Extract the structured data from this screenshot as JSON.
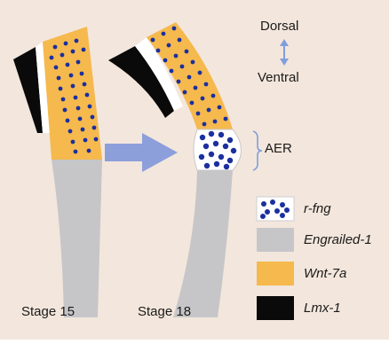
{
  "colors": {
    "background": "#f3e6dc",
    "wnt7a": "#f5b94e",
    "engrailed1": "#c6c6c8",
    "lmx1": "#0a0a0a",
    "rfng_dots": "#1b2f9e",
    "arrow": "#8d9fdb",
    "axis_arrow": "#7f9fdc"
  },
  "axis": {
    "top": "Dorsal",
    "bottom": "Ventral",
    "icon": "double-arrow-vertical"
  },
  "annotation": {
    "aer": "AER"
  },
  "stages": [
    {
      "label": "Stage 15"
    },
    {
      "label": "Stage 18"
    }
  ],
  "legend": [
    {
      "label": "r-fng",
      "swatch": "blue-dots-on-white"
    },
    {
      "label": "Engrailed-1",
      "swatch": "grey"
    },
    {
      "label": "Wnt-7a",
      "swatch": "orange"
    },
    {
      "label": "Lmx-1",
      "swatch": "black"
    }
  ]
}
